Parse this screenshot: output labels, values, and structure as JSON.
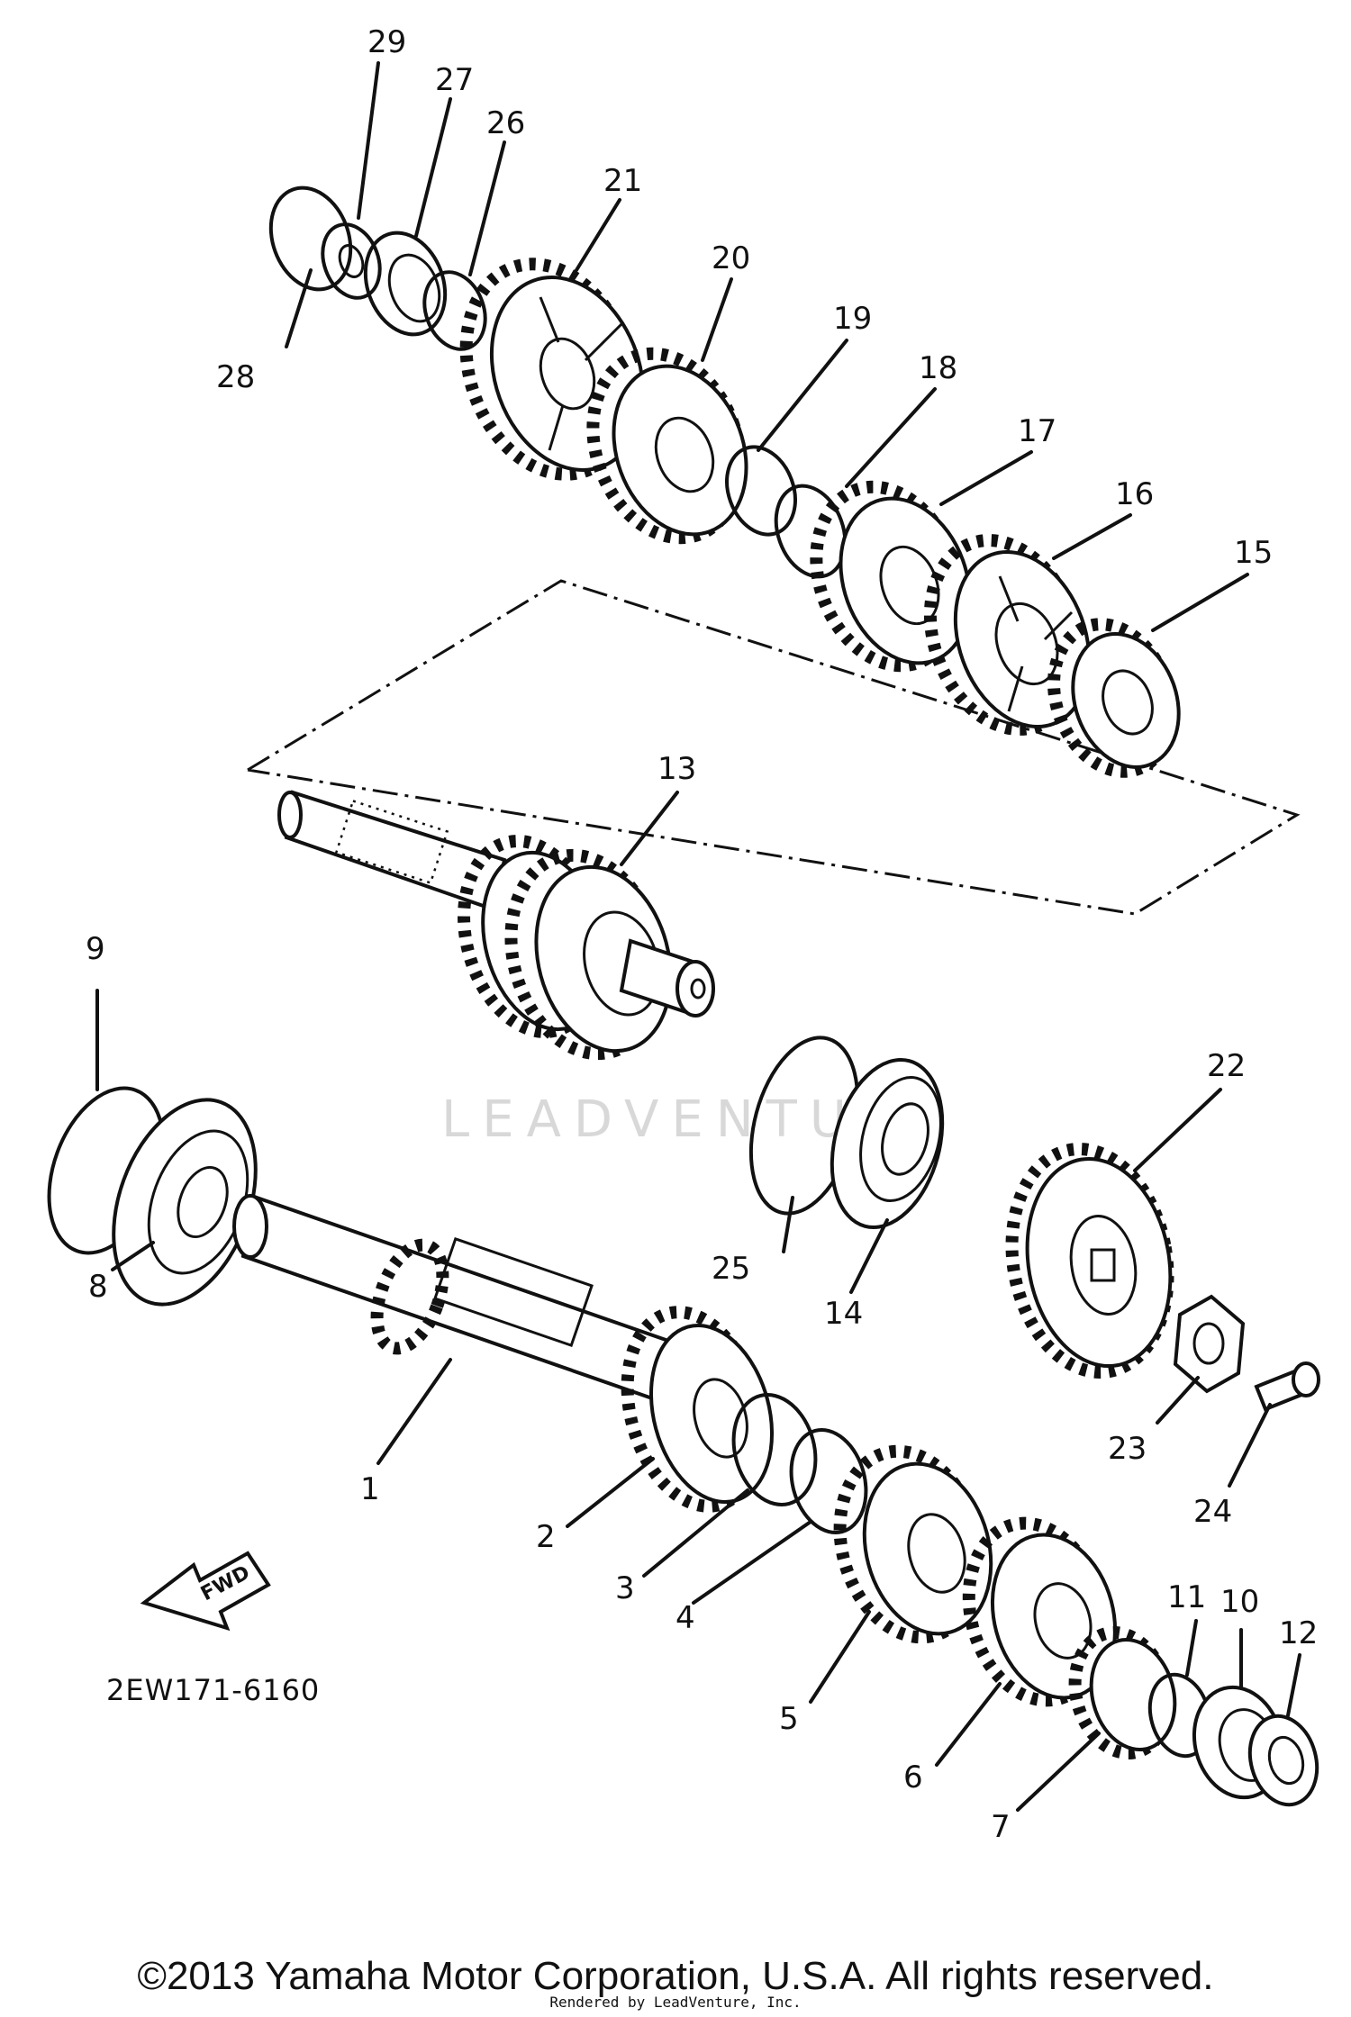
{
  "diagram": {
    "callouts": [
      "1",
      "2",
      "3",
      "4",
      "5",
      "6",
      "7",
      "8",
      "9",
      "10",
      "11",
      "12",
      "13",
      "14",
      "15",
      "16",
      "17",
      "18",
      "19",
      "20",
      "21",
      "22",
      "23",
      "24",
      "25",
      "26",
      "27",
      "28",
      "29"
    ],
    "part_code": "2EW171-6160",
    "fwd_label": "FWD",
    "watermark": "LEADVENTURE",
    "copyright": "©2013 Yamaha Motor Corporation, U.S.A. All rights reserved.",
    "rendered_by": "Rendered by LeadVenture, Inc."
  }
}
